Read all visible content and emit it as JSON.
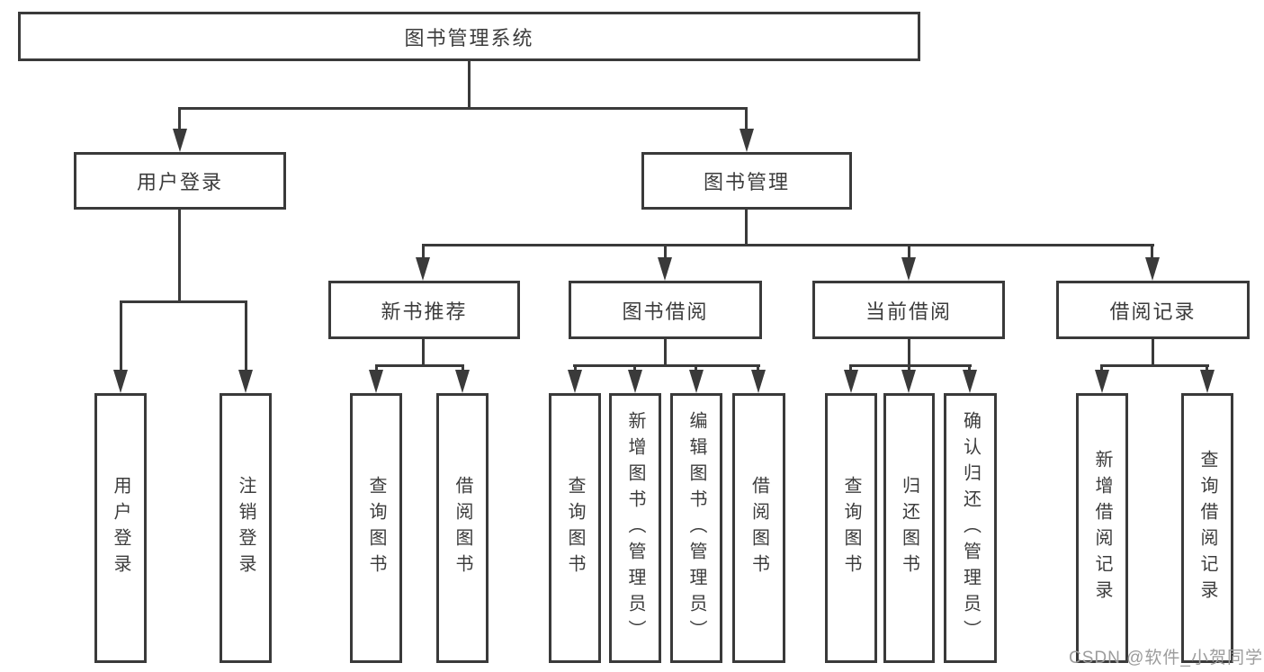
{
  "diagram": {
    "root": {
      "label": "图书管理系统"
    },
    "branches": [
      {
        "label": "用户登录",
        "children": [
          {
            "label": "用户登录"
          },
          {
            "label": "注销登录"
          }
        ]
      },
      {
        "label": "图书管理",
        "children": [
          {
            "label": "新书推荐",
            "children": [
              {
                "label": "查询图书"
              },
              {
                "label": "借阅图书"
              }
            ]
          },
          {
            "label": "图书借阅",
            "children": [
              {
                "label": "查询图书"
              },
              {
                "label": "新增图书（管理员）"
              },
              {
                "label": "编辑图书（管理员）"
              },
              {
                "label": "借阅图书"
              }
            ]
          },
          {
            "label": "当前借阅",
            "children": [
              {
                "label": "查询图书"
              },
              {
                "label": "归还图书"
              },
              {
                "label": "确认归还（管理员）"
              }
            ]
          },
          {
            "label": "借阅记录",
            "children": [
              {
                "label": "新增借阅记录"
              },
              {
                "label": "查询借阅记录"
              }
            ]
          }
        ]
      }
    ]
  },
  "watermark": {
    "text": "CSDN @软件_小贺同学"
  },
  "colors": {
    "line": "#3a3a3a",
    "text": "#3c3c3c",
    "watermark": "#9c9c9c",
    "background": "#ffffff"
  }
}
